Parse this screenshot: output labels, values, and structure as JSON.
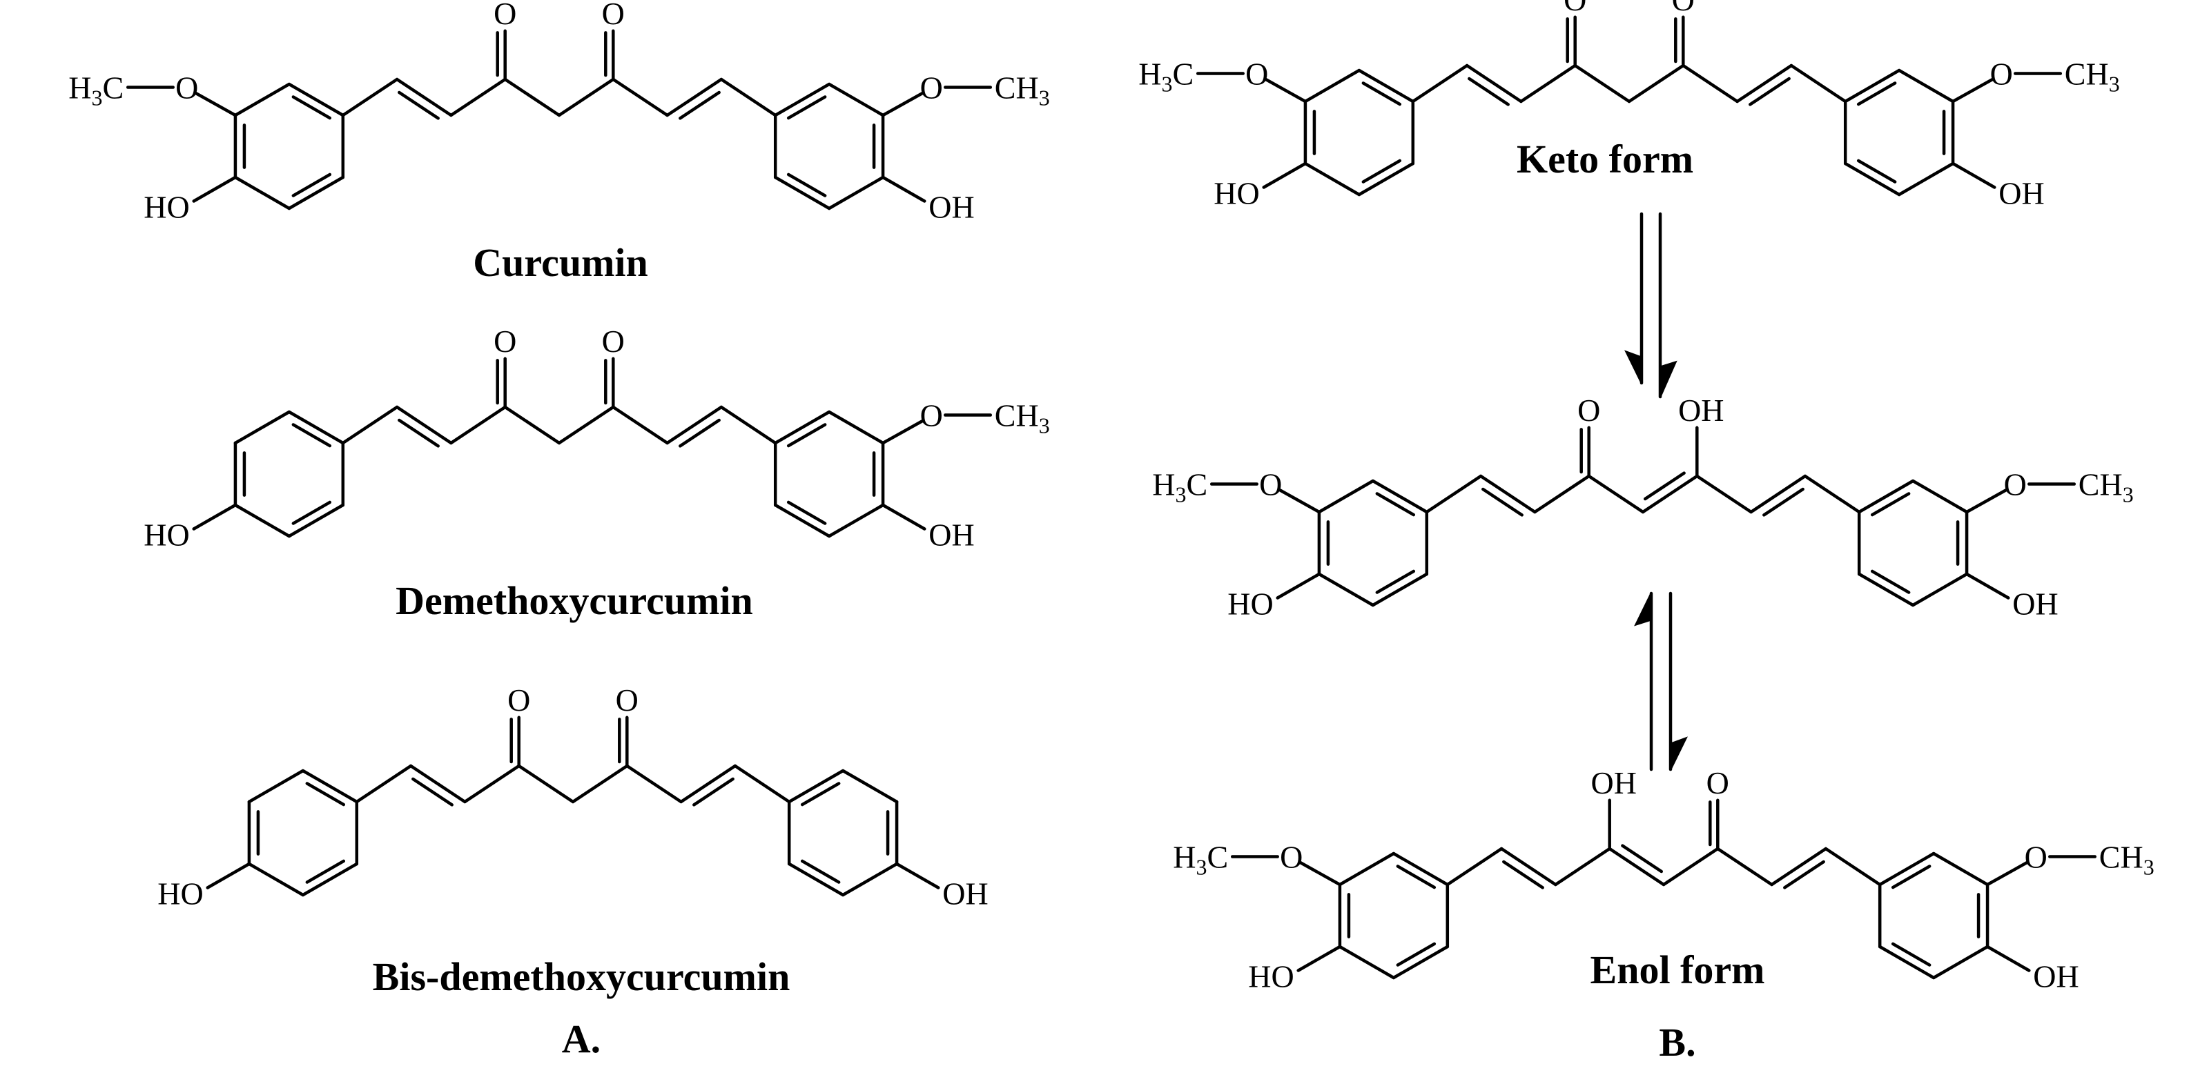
{
  "figure": {
    "panel_a": {
      "panel_label": "A.",
      "compounds": [
        {
          "name": "Curcumin",
          "left": {
            "ome": true
          },
          "right": {
            "ome": true
          }
        },
        {
          "name": "Demethoxycurcumin",
          "left": {
            "ome": false
          },
          "right": {
            "ome": true
          }
        },
        {
          "name": "Bis-demethoxycurcumin",
          "left": {
            "ome": false
          },
          "right": {
            "ome": false
          }
        }
      ]
    },
    "panel_b": {
      "panel_label": "B.",
      "keto_label": "Keto form",
      "enol_label": "Enol form"
    }
  },
  "atoms": {
    "O": "O",
    "OH": "OH",
    "HO": "HO",
    "H3C_H": "H",
    "H3C_3": "3",
    "H3C_C": "C",
    "CH3_C": "CH",
    "CH3_3": "3"
  }
}
